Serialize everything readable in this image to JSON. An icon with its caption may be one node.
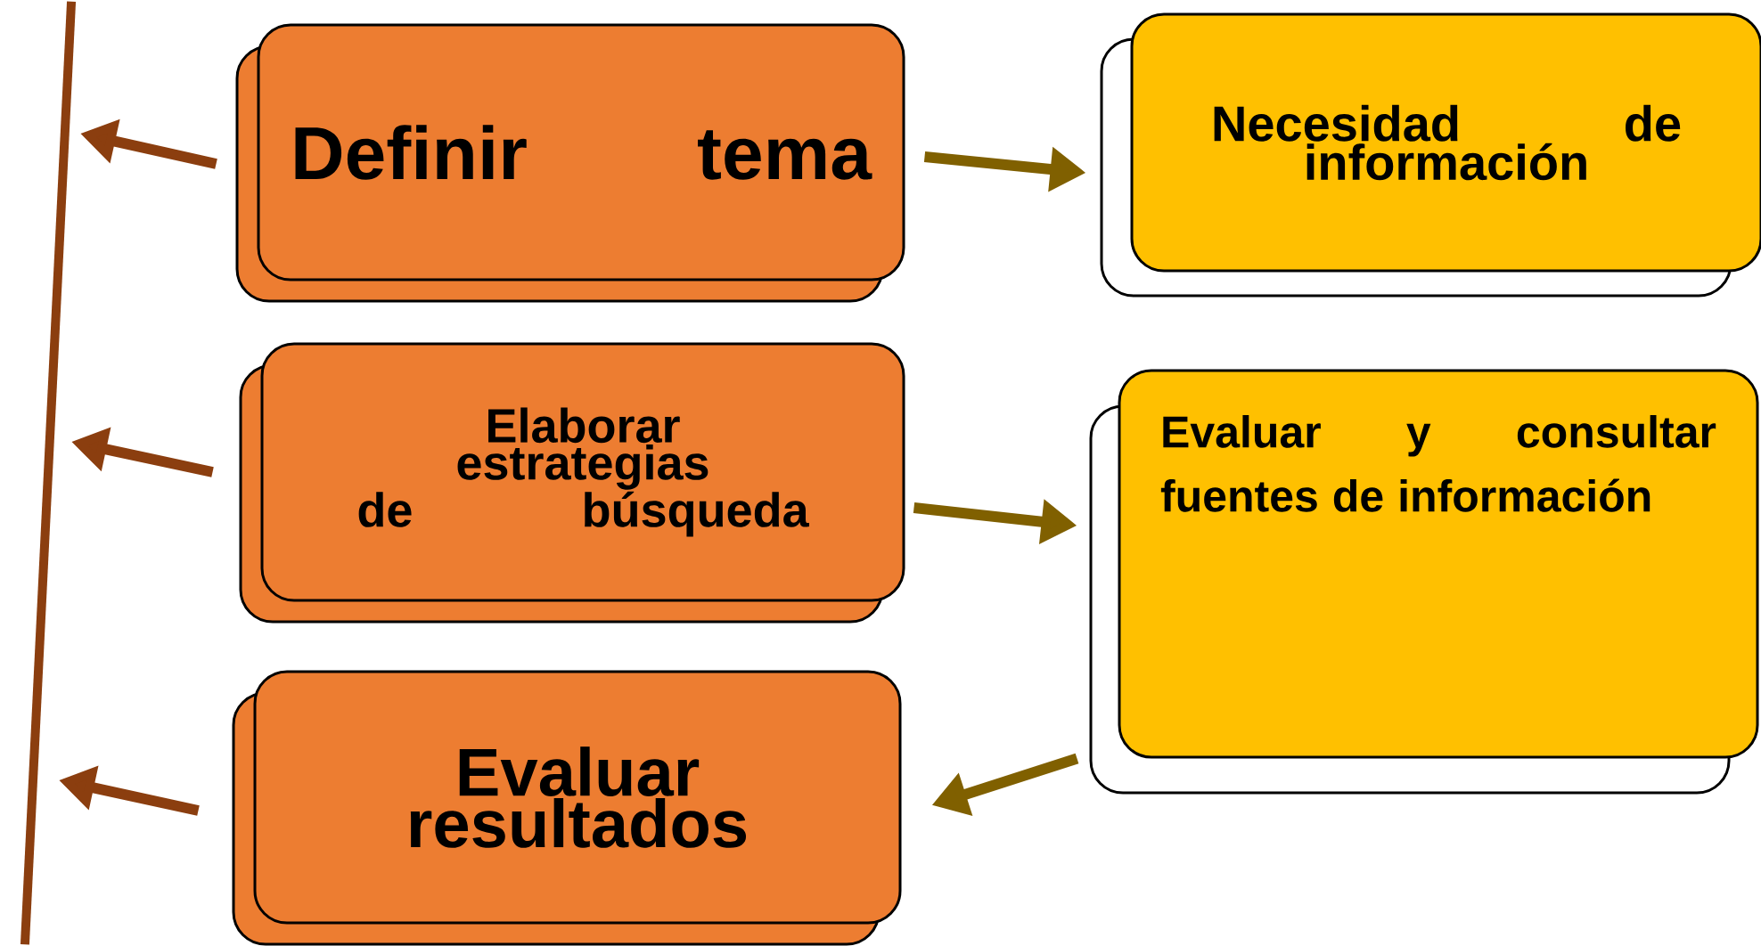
{
  "diagram": {
    "nodes": [
      {
        "text": [],
        "shape": "bar"
      },
      {
        "text": [
          "Definir tema"
        ]
      },
      {
        "text": [
          "Necesidad de información"
        ]
      },
      {
        "text": [
          "Elaborar estrategias de búsqueda"
        ]
      },
      {
        "text": [
          "Evaluar y consultar fuentes de información"
        ]
      },
      {
        "text": [
          "Evaluar resultados"
        ]
      }
    ],
    "edges": [
      {
        "from": 1,
        "to": 0,
        "arrow": "to"
      },
      {
        "from": 3,
        "to": 0,
        "arrow": "to"
      },
      {
        "from": 5,
        "to": 0,
        "arrow": "to"
      },
      {
        "from": 1,
        "to": 2,
        "arrow": "to",
        "color": "#806000"
      },
      {
        "from": 3,
        "to": 4,
        "arrow": "to",
        "color": "#806000"
      },
      {
        "from": 4,
        "to": 5,
        "arrow": "to",
        "color": "#806000"
      }
    ]
  }
}
